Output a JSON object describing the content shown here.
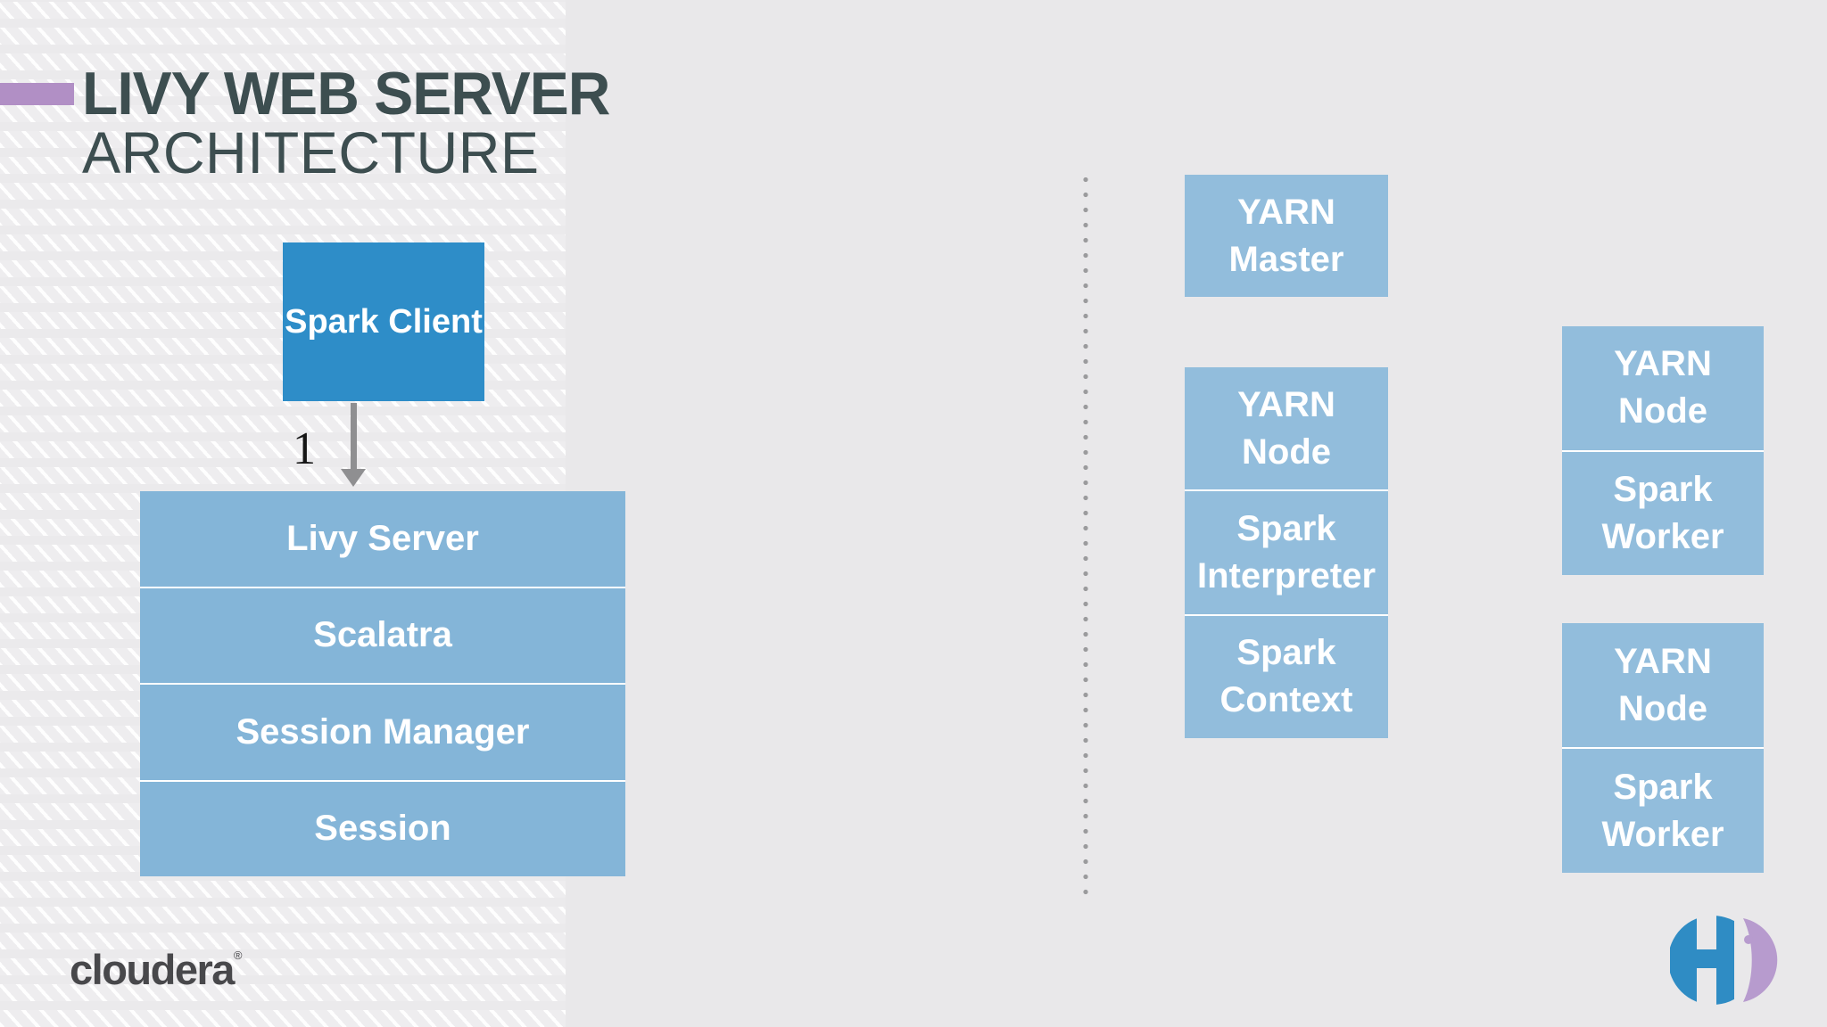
{
  "slide": {
    "title_line1": "LIVY WEB SERVER",
    "title_line2": "ARCHITECTURE",
    "step_label": "1",
    "footer_brand": "cloudera",
    "footer_brand_mark": "®"
  },
  "colors": {
    "accent_purple": "#b18fc5",
    "title_text": "#3d4e50",
    "client_box_blue": "#2e8dc8",
    "stack_blue_left": "#84b5d8",
    "stack_blue_right": "#92bddc",
    "divider_dot_gray": "#9b9b9d",
    "background_gray": "#e9e8ea",
    "logo_blue": "#2f8cc4",
    "logo_purple": "#b79bce"
  },
  "diagram": {
    "client_box": "Spark Client",
    "livy_stack": [
      "Livy Server",
      "Scalatra",
      "Session Manager",
      "Session"
    ],
    "yarn_master": "YARN Master",
    "middle_stack": [
      "YARN Node",
      "Spark Interpreter",
      "Spark Context"
    ],
    "right_stack_top": [
      "YARN Node",
      "Spark Worker"
    ],
    "right_stack_bottom": [
      "YARN Node",
      "Spark Worker"
    ]
  }
}
